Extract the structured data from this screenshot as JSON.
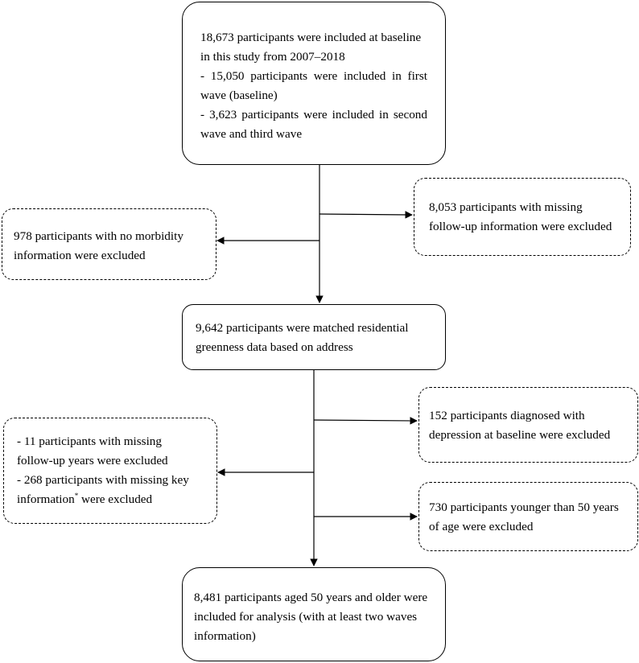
{
  "boxes": {
    "baseline": {
      "lines": [
        "18,673 participants were included at baseline",
        "in this study from 2007–2018",
        "- 15,050 participants were included in first",
        "wave (baseline)",
        "- 3,623 participants were included in second",
        "wave and third wave"
      ]
    },
    "excl_followup": {
      "lines": [
        "8,053 participants with missing",
        "follow-up information were excluded"
      ]
    },
    "excl_morbidity": {
      "lines": [
        "978 participants with no morbidity",
        "information were excluded"
      ]
    },
    "matched": {
      "lines": [
        "9,642 participants were matched residential",
        "greenness data based on address"
      ]
    },
    "excl_depression": {
      "lines": [
        "152 participants diagnosed with",
        "depression at baseline were excluded"
      ]
    },
    "excl_missing": {
      "line1": "- 11 participants with missing",
      "line2": "follow-up years were excluded",
      "line3": "- 268 participants with missing key",
      "line4_pre": "information",
      "line4_sup": "*",
      "line4_post": " were excluded"
    },
    "excl_age": {
      "lines": [
        "730 participants younger than 50 years",
        "of age were excluded"
      ]
    },
    "final": {
      "lines": [
        "8,481 participants aged 50 years and older were",
        "included for analysis (with at least two waves",
        "information)"
      ]
    }
  }
}
